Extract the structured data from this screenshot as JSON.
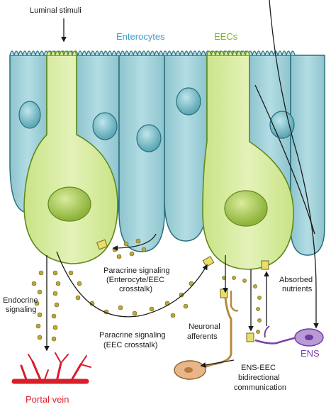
{
  "labels": {
    "luminal_stimuli": "Luminal stimuli",
    "enterocytes": "Enterocytes",
    "eecs": "EECs",
    "paracrine_1_line1": "Paracrine signaling",
    "paracrine_1_line2": "(Enterocyte/EEC",
    "paracrine_1_line3": "crosstalk)",
    "endocrine_line1": "Endocrine",
    "endocrine_line2": "signaling",
    "paracrine_2_line1": "Paracrine signaling",
    "paracrine_2_line2": "(EEC crosstalk)",
    "neuronal_line1": "Neuronal",
    "neuronal_line2": "afferents",
    "absorbed_line1": "Absorbed",
    "absorbed_line2": "nutrients",
    "ens": "ENS",
    "ens_eec_line1": "ENS-EEC",
    "ens_eec_line2": "bidirectional",
    "ens_eec_line3": "communication",
    "portal_vein": "Portal vein"
  },
  "colors": {
    "enterocyte_fill": "#9fd0d8",
    "enterocyte_stroke": "#2a6f7e",
    "eec_fill": "#d6ea9a",
    "eec_stroke": "#5f8a1e",
    "granule": "#b8a93a",
    "portal_vein": "#d81e2a",
    "ens_neuron": "#b79ad6",
    "neuron_afferent": "#d9a06b"
  }
}
